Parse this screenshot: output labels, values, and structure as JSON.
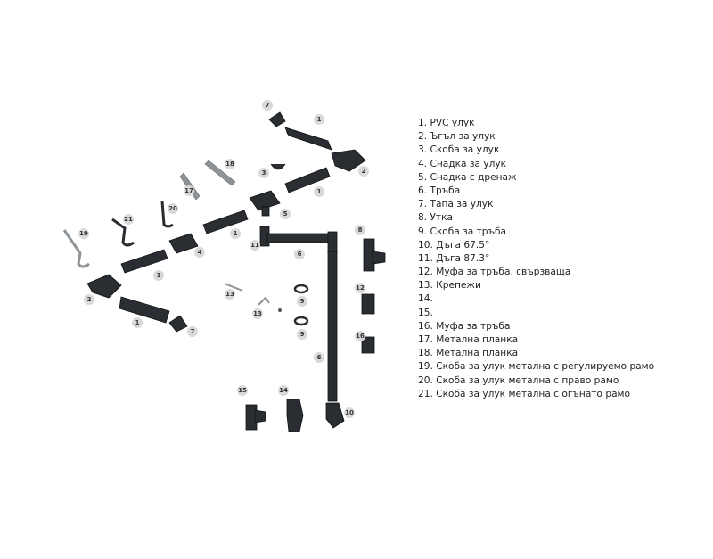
{
  "legend": {
    "items": [
      "1. PVC улук",
      "2. Ъгъл за улук",
      "3. Скоба за улук",
      "4. Снадка за улук",
      "5. Снадка с дренаж",
      "6. Тръба",
      "7. Тапа за улук",
      "8. Утка",
      "9. Скоба за тръба",
      "10. Дъга 67.5°",
      "11. Дъга 87.3°",
      "12. Муфа за тръба, свързваща",
      "13. Крепежи",
      "14.",
      "15.",
      "16. Муфа за тръба",
      "17. Метална планка",
      "18. Метална планка",
      "19. Скоба за улук метална с регулируемо рамо",
      "20. Скоба за улук метална с право рамо",
      "21. Скоба за улук метална с огънато рамо"
    ]
  },
  "diagram": {
    "badges": [
      "7",
      "1",
      "2",
      "18",
      "3",
      "1",
      "17",
      "5",
      "20",
      "21",
      "1",
      "11",
      "8",
      "4",
      "6",
      "19",
      "1",
      "2",
      "13",
      "9",
      "12",
      "13",
      "1",
      "9",
      "7",
      "16",
      "6",
      "15",
      "14",
      "10"
    ]
  },
  "colors": {
    "part": "#2a2d31",
    "metal": "#8e9397",
    "badge": "#d9d9d9",
    "text": "#222222"
  }
}
